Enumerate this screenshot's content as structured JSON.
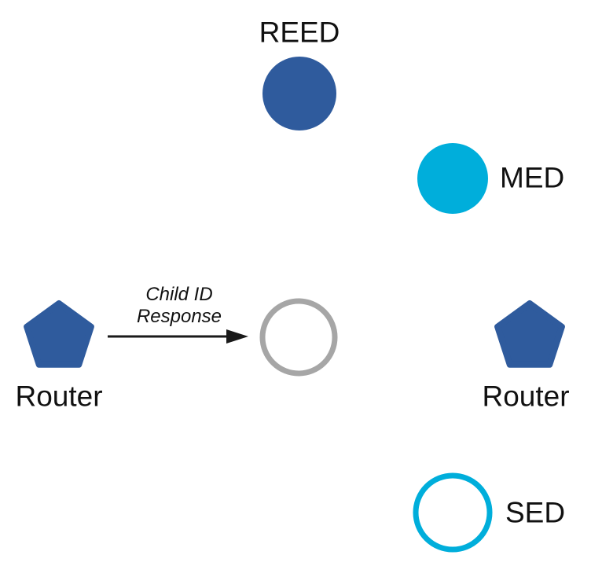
{
  "colors": {
    "node_blue": "#2F5B9D",
    "node_cyan": "#00AEDB",
    "inactive_gray": "#A6A6A6",
    "arrow_black": "#1A1A1A",
    "background": "#FFFFFF"
  },
  "nodes": {
    "reed": {
      "label": "REED",
      "shape": "circle-filled-blue"
    },
    "med": {
      "label": "MED",
      "shape": "circle-filled-cyan"
    },
    "joining_device": {
      "label": "",
      "shape": "circle-outline-gray"
    },
    "router_left": {
      "label": "Router",
      "shape": "pentagon-blue"
    },
    "router_right": {
      "label": "Router",
      "shape": "pentagon-blue"
    },
    "sed": {
      "label": "SED",
      "shape": "circle-outline-cyan"
    }
  },
  "message_arrow": {
    "label_line1": "Child ID",
    "label_line2": "Response"
  }
}
